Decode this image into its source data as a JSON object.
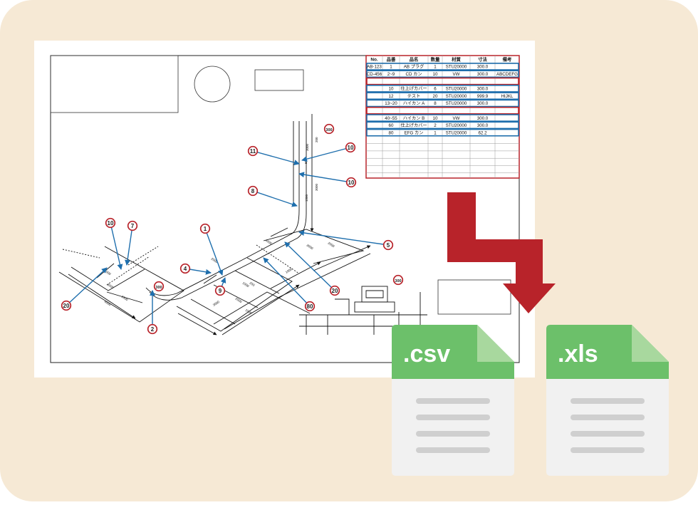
{
  "colors": {
    "background": "#f6e9d5",
    "sheet": "#ffffff",
    "accent_blue": "#1f6fad",
    "accent_red": "#b8232a",
    "file_green": "#6cc06a",
    "file_fold": "#a8d89e",
    "file_body": "#f1f1f1",
    "file_lines": "#cfcfcf"
  },
  "bom_table": {
    "headers": [
      "No.",
      "品番",
      "品名",
      "数量",
      "材質",
      "寸法",
      "備考"
    ],
    "rows": [
      [
        "AB-123",
        "1",
        "AB プラグ",
        "1",
        "STU20000",
        "300.0",
        ""
      ],
      [
        "CD-456",
        "2~9",
        "CD カン",
        "10",
        "VW",
        "300.0",
        "ABCDEFG"
      ],
      [
        "",
        "",
        "",
        "",
        "",
        "",
        ""
      ],
      [
        "",
        "10",
        "仕上げカバー",
        "6",
        "STU20000",
        "300.0",
        ""
      ],
      [
        "",
        "12",
        "テスト",
        "20",
        "STU20000",
        "999.9",
        "HIJKL"
      ],
      [
        "",
        "13~20",
        "ハイカン A",
        "8",
        "STU20000",
        "300.0",
        ""
      ],
      [
        "",
        "",
        "",
        "",
        "",
        "",
        ""
      ],
      [
        "",
        "40~55",
        "ハイカン B",
        "10",
        "VW",
        "300.0",
        ""
      ],
      [
        "",
        "60",
        "仕上げカバー",
        "2",
        "STU20000",
        "300.0",
        ""
      ],
      [
        "",
        "80",
        "EFG カン",
        "1",
        "STU20000",
        "62.2",
        ""
      ]
    ]
  },
  "callouts": [
    "10",
    "7",
    "1",
    "4",
    "9",
    "2",
    "20",
    "300",
    "8",
    "11",
    "10",
    "10",
    "5",
    "20",
    "80",
    "300",
    "300"
  ],
  "dimensions": [
    "2000",
    "3000",
    "1000",
    "4000",
    "2000",
    "3000",
    "1000",
    "250",
    "3000",
    "2000",
    "1000",
    "4000",
    "3000",
    "2000",
    "1000",
    "500",
    "1500",
    "3000",
    "200",
    "3000"
  ],
  "files": [
    {
      "ext": ".csv",
      "icon": "csv-file-icon"
    },
    {
      "ext": ".xls",
      "icon": "xls-file-icon"
    }
  ]
}
